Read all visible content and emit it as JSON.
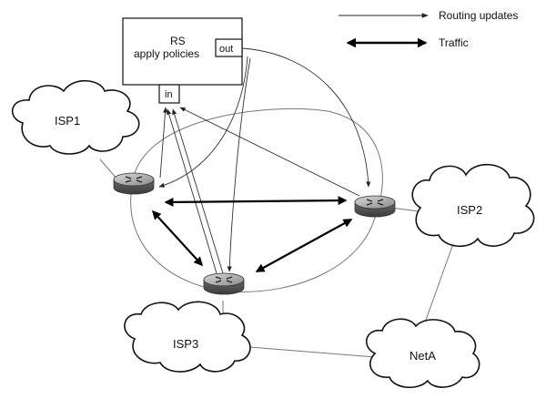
{
  "legend": {
    "routing_updates_label": "Routing updates",
    "traffic_label": "Traffic"
  },
  "route_server": {
    "title": "RS",
    "subtitle": "apply policies",
    "out_port_label": "out",
    "in_port_label": "in"
  },
  "networks": {
    "isp1": "ISP1",
    "isp2": "ISP2",
    "isp3": "ISP3",
    "neta": "NetA"
  },
  "icons": {
    "router": "router-icon",
    "cloud": "cloud-icon"
  },
  "colors": {
    "line": "#333333",
    "traffic": "#000000",
    "router_body": "#9a9a9a"
  }
}
